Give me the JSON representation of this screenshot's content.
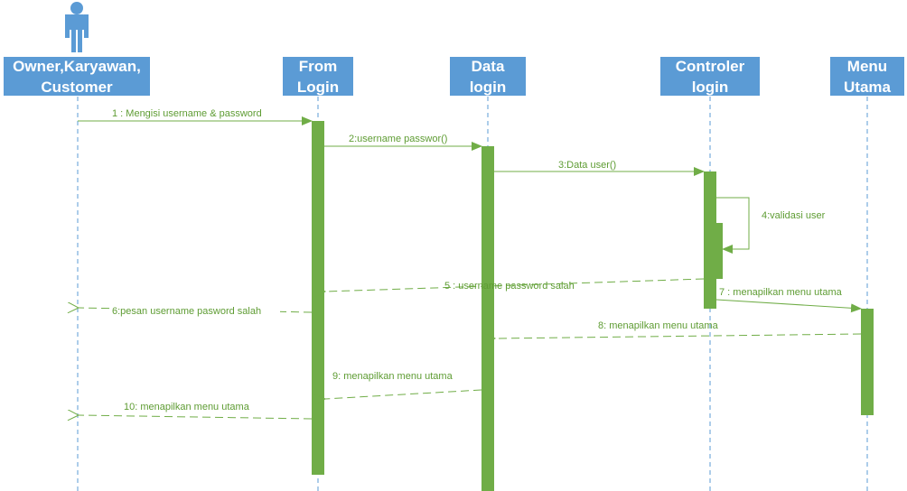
{
  "participants": [
    {
      "id": "actor",
      "lines": [
        "Owner,Karyawan,",
        "Customer"
      ]
    },
    {
      "id": "form-login",
      "lines": [
        "From",
        "Login"
      ]
    },
    {
      "id": "data-login",
      "lines": [
        "Data",
        "login"
      ]
    },
    {
      "id": "controller-login",
      "lines": [
        "Controler",
        "login"
      ]
    },
    {
      "id": "menu-utama",
      "lines": [
        "Menu",
        "Utama"
      ]
    }
  ],
  "messages": [
    {
      "id": "m1",
      "label": "1 : Mengisi username & password",
      "from": "actor",
      "to": "form-login",
      "style": "solid"
    },
    {
      "id": "m2",
      "label": "2:username passwor()",
      "from": "form-login",
      "to": "data-login",
      "style": "solid"
    },
    {
      "id": "m3",
      "label": "3:Data user()",
      "from": "data-login",
      "to": "controller-login",
      "style": "solid"
    },
    {
      "id": "m4",
      "label": "4:validasi user",
      "from": "controller-login",
      "to": "controller-login",
      "style": "solid"
    },
    {
      "id": "m5",
      "label": "5 : username password salah",
      "from": "controller-login",
      "to": "form-login",
      "style": "dashed"
    },
    {
      "id": "m6",
      "label": "6:pesan username pasword salah",
      "from": "form-login",
      "to": "actor",
      "style": "dashed"
    },
    {
      "id": "m7",
      "label": "7 : menapilkan menu utama",
      "from": "controller-login",
      "to": "menu-utama",
      "style": "solid"
    },
    {
      "id": "m8",
      "label": "8: menapilkan menu utama",
      "from": "menu-utama",
      "to": "data-login",
      "style": "dashed"
    },
    {
      "id": "m9",
      "label": "9: menapilkan menu utama",
      "from": "data-login",
      "to": "form-login",
      "style": "dashed"
    },
    {
      "id": "m10",
      "label": "10: menapilkan menu utama",
      "from": "form-login",
      "to": "actor",
      "style": "dashed"
    }
  ],
  "colors": {
    "header": "#5b9bd5",
    "header_text": "#ffffff",
    "lifeline": "#5b9bd5",
    "activation": "#70ad47",
    "message": "#5e9c33"
  },
  "icons": {
    "actor": "person-icon"
  }
}
